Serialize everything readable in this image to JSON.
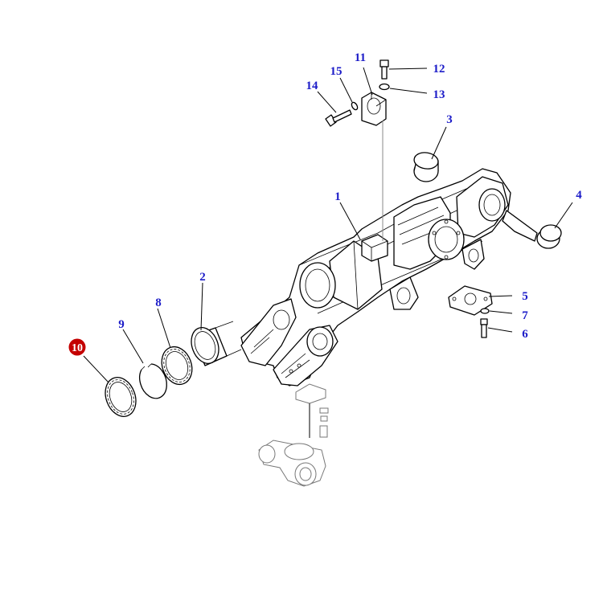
{
  "diagram": {
    "selected_part": "10",
    "selected_color": "#c40000",
    "label_color": "#1c1cc8",
    "callouts": [
      "1",
      "2",
      "3",
      "4",
      "5",
      "6",
      "7",
      "8",
      "9",
      "10",
      "11",
      "12",
      "13",
      "14",
      "15"
    ]
  }
}
